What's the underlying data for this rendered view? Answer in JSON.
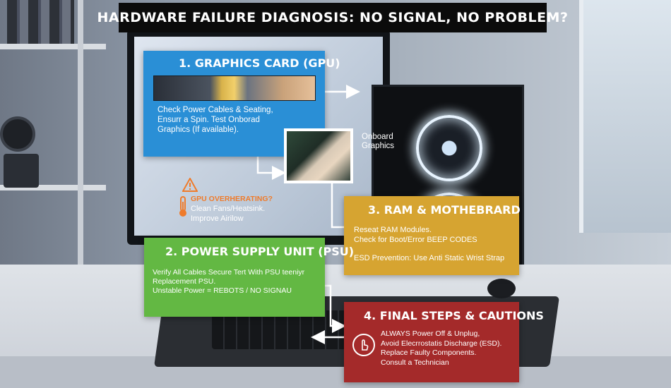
{
  "title": "HARDWARE FAILURE DIAGNOSIS: NO SIGNAL, NO PROBLEM?",
  "steps": {
    "gpu": {
      "heading": "1. GRAPHICS CARD (GPU)",
      "lines": [
        "Check Power Cables & Seating,",
        "Ensurr a Spin. Test Onborad",
        "Graphics (If available)."
      ]
    },
    "ram": {
      "heading": "3. RAM & MOTHEBRARD",
      "lines": [
        "Reseat RAM Modules.",
        "Check for Boot/Error BEEP CODES",
        "ESD Prevention: Use Anti Static Wrist Strap"
      ]
    },
    "psu": {
      "heading": "2. POWER SUPPLY UNIT (PSU)",
      "lines": [
        "Verify All Cables Secure Tert With PSU teeniyr",
        "Replacement PSU.",
        "Unstable Power = REBOTS / NO SIGNAU"
      ]
    },
    "final": {
      "heading": "4. FINAL STEPS & CAUTIONS",
      "lines": [
        "ALWAYS Power Off & Unplug,",
        "Avoid Elecrrostatis Discharge (ESD).",
        "Replace Faulty Components.",
        "Consult a Technician"
      ]
    }
  },
  "onboard_label": [
    "Onboard",
    "Graphics"
  ],
  "warning": {
    "label": "GPU OVERHERATING?",
    "lines": [
      "Clean Fans/Heatsink.",
      "Improve Airilow"
    ]
  },
  "colors": {
    "gpu": "#2a8fd6",
    "ram": "#d6a431",
    "psu": "#63b843",
    "final": "#a42a2a",
    "warning": "#ef7b2b"
  }
}
